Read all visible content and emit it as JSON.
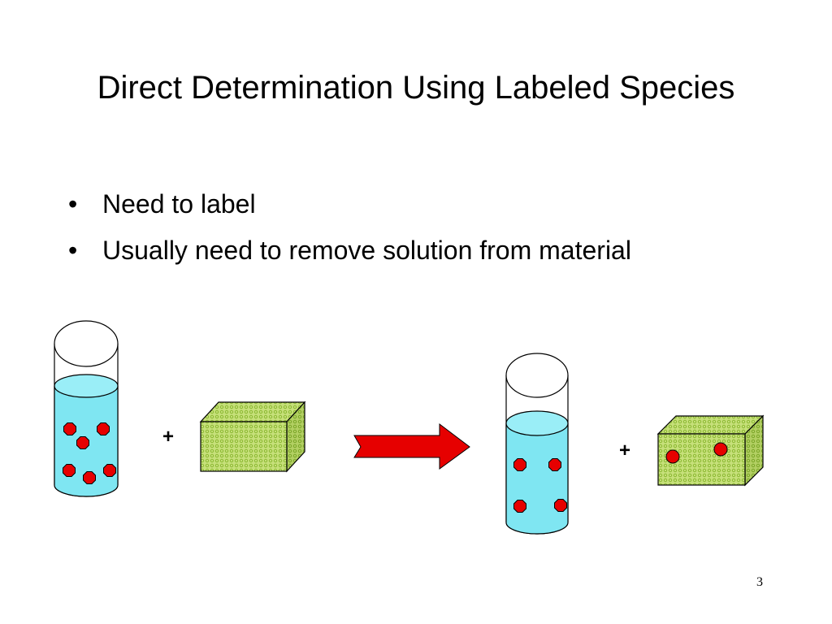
{
  "slide": {
    "title": "Direct Determination Using Labeled Species",
    "bullets": [
      {
        "bullet_char": "•",
        "text": "Need to label"
      },
      {
        "bullet_char": "•",
        "text": "Usually need to remove solution from material"
      }
    ],
    "page_number": "3"
  },
  "diagram": {
    "left_plus": "+",
    "right_plus": "+",
    "colors": {
      "solution": "#7fe6f2",
      "label_dots": "#e60000",
      "material": "#c6e07a",
      "material_dots": "#8bb831",
      "arrow": "#e60000"
    }
  }
}
